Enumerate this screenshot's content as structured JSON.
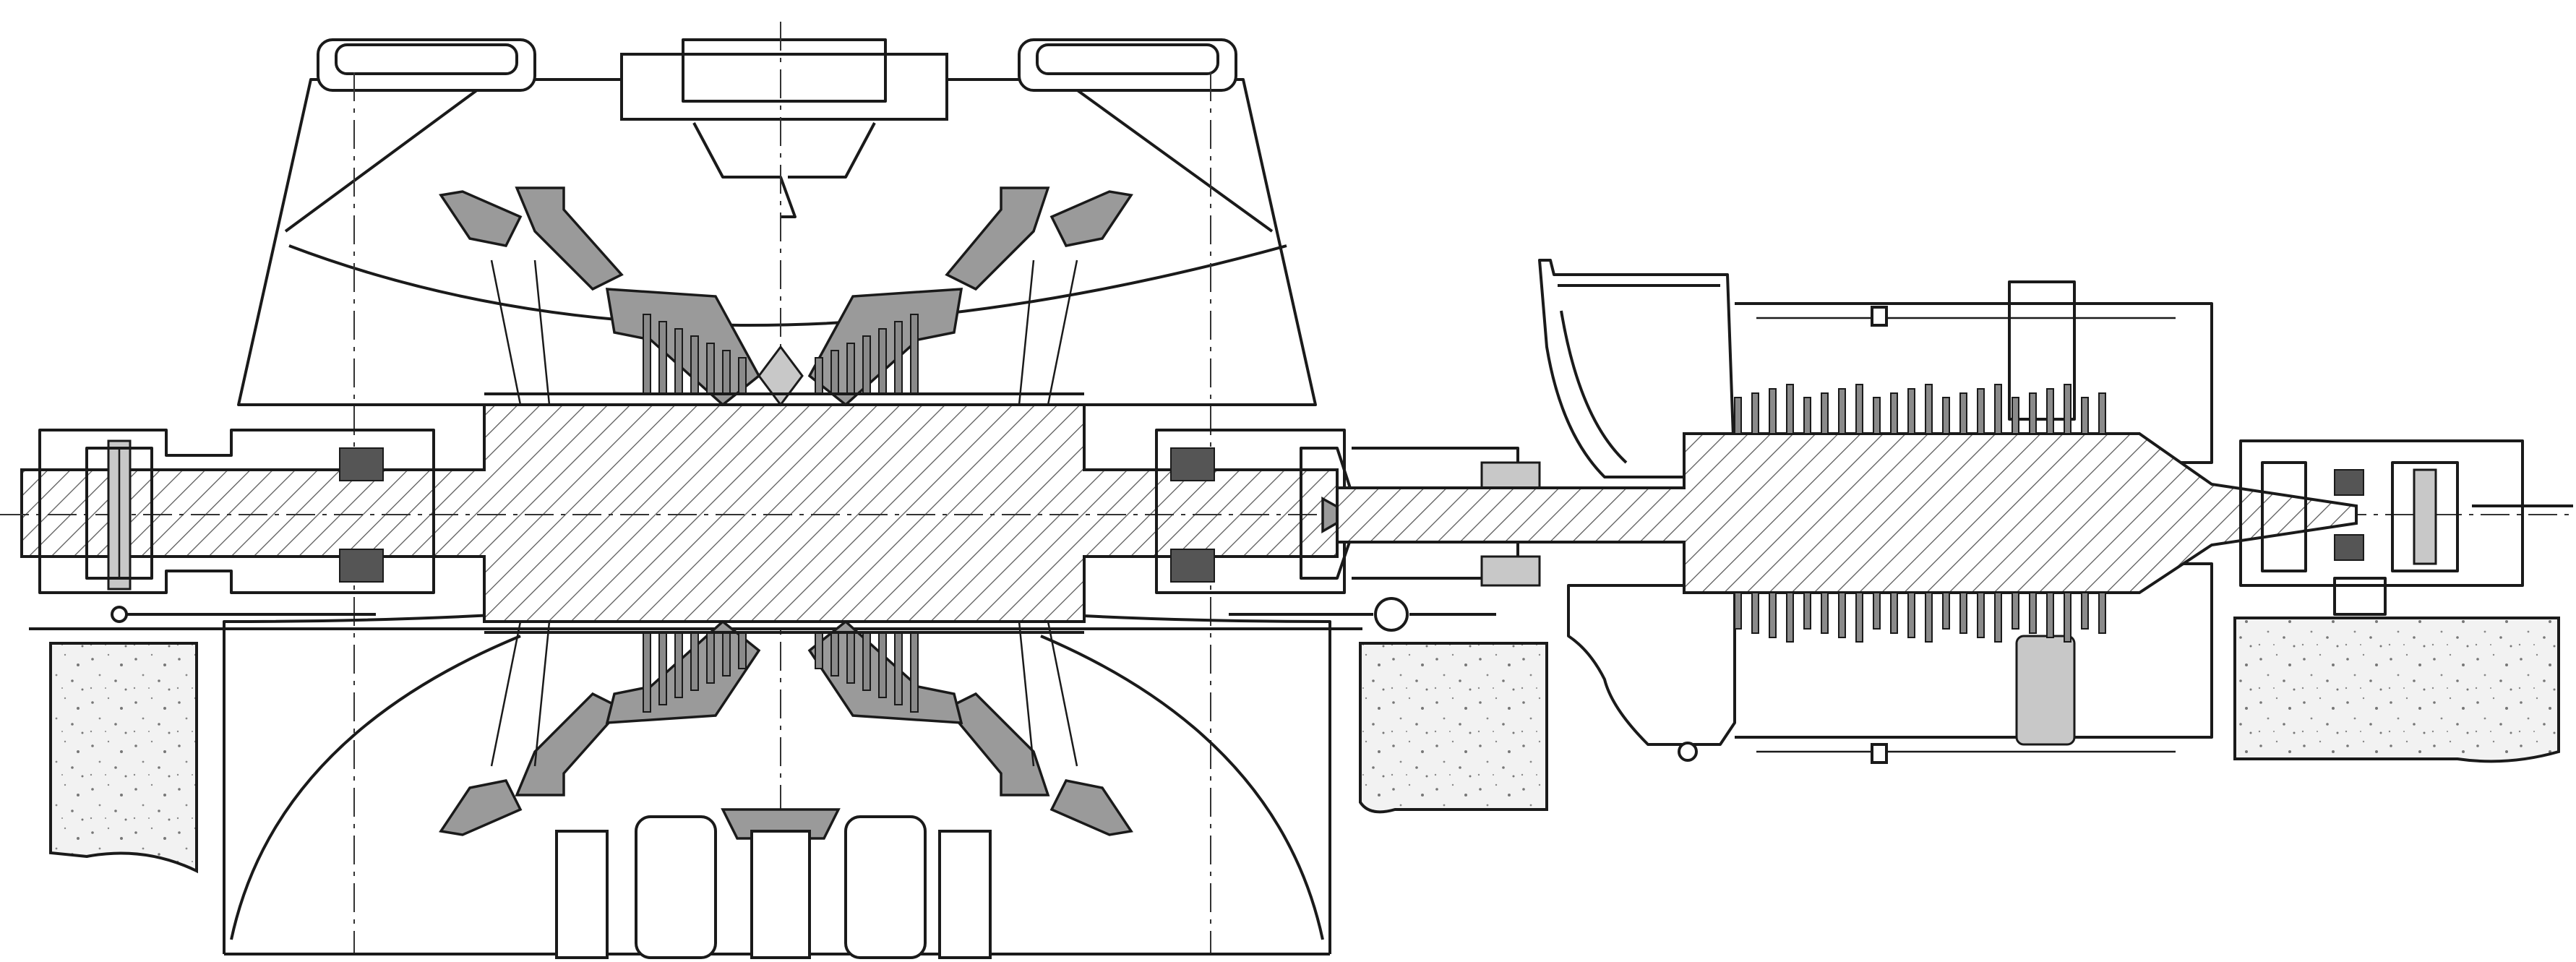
{
  "drawing": {
    "colors": {
      "line": "#1a1a1a",
      "section_fill": "#9a9a9a",
      "light_fill": "#c8c8c8",
      "background": "#ffffff"
    },
    "sections": [
      "lp-exhaust-hood",
      "lp-turbine-rotor",
      "hp-ip-turbine",
      "front-bearing-pedestal",
      "foundation"
    ]
  }
}
